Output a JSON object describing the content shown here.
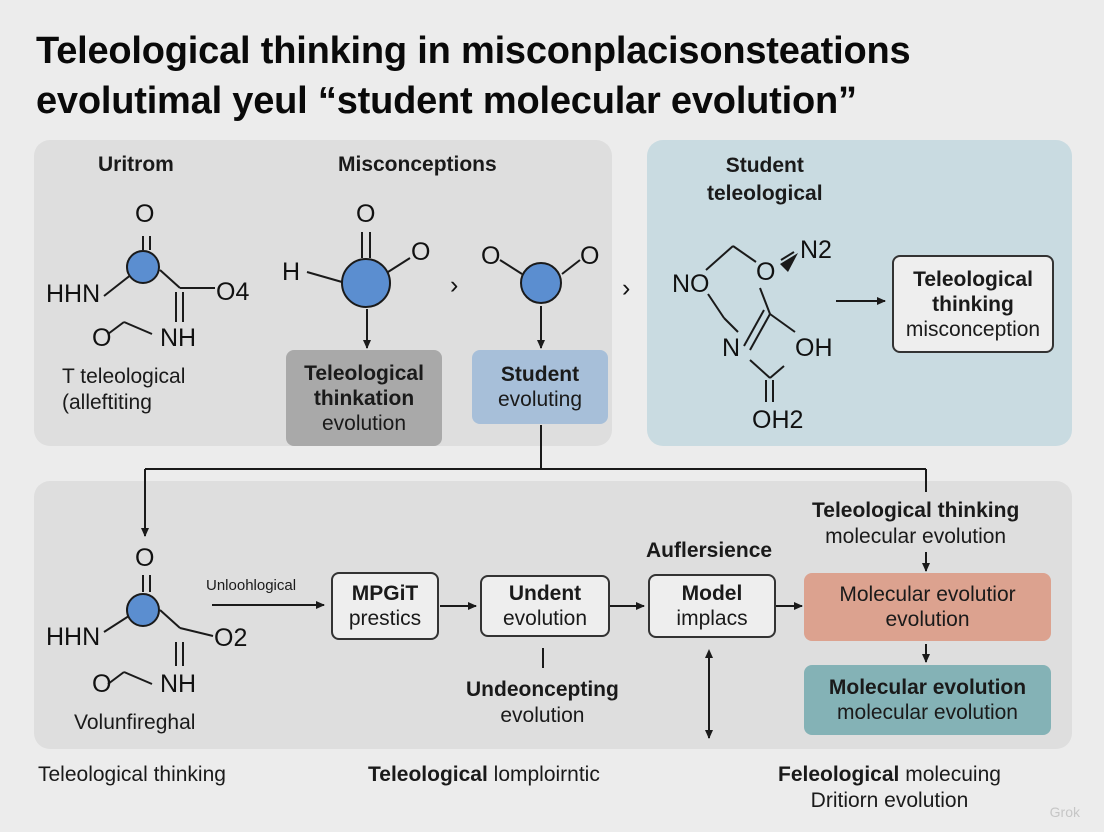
{
  "title_line1": "Teleological thinking in misconplacisonsteations",
  "title_line2": "evolutimal yeul “student molecular evolution”",
  "top_left": {
    "heading_left": "Uritrom",
    "heading_center": "Misconceptions",
    "molecule_caption_line1": "T teleological",
    "molecule_caption_line2": "(alleftiting",
    "box1_line1": "Teleological",
    "box1_line2": "thinkation",
    "box1_line3": "evolution",
    "box2_line1": "Student",
    "box2_line2": "evoluting",
    "dash": "–"
  },
  "top_right": {
    "heading_line1": "Student",
    "heading_line2": "teleological",
    "box_line1": "Teleological",
    "box_line2": "thinking",
    "box_line3": "misconception"
  },
  "bottom": {
    "molecule_caption": "Volunfireghal",
    "arrow_label": "Unloohlogical",
    "box1_line1": "MPGiT",
    "box1_line2": "prestics",
    "box2_line1": "Undent",
    "box2_line2": "evolution",
    "box3_line1": "Model",
    "box3_line2": "implacs",
    "above_box3": "Auflersience",
    "below_box2_line1": "Undeoncepting",
    "below_box2_line2": "evolution",
    "right_heading_line1": "Teleological thinking",
    "right_heading_line2": "molecular evolution",
    "salmon_line1": "Molecular evolutior",
    "salmon_line2": "evolution",
    "teal_line1": "Molecular evolution",
    "teal_line2": "molecular evolution"
  },
  "footer": {
    "left": "Teleological thinking",
    "center_bold": "Teleological",
    "center_rest": " lomploirntic",
    "right_line1_bold": "Feleological",
    "right_line1_rest": " molecuing",
    "right_line2": "Dritiorn evolution"
  },
  "atoms": {
    "O": "O",
    "HHN": "HHN",
    "O4": "O4",
    "O2": "O2",
    "NH": "NH",
    "H": "H",
    "NO": "NO",
    "N2": "N2",
    "N": "N",
    "OH": "OH",
    "OH2": "OH2",
    "chevron": "›"
  },
  "watermark": "Grok",
  "colors": {
    "atom_blue": "#5b8ed0",
    "box_gray": "#a9a9a9",
    "box_blue": "#a7bfd9",
    "box_salmon": "#dca28f",
    "box_teal": "#84b2b6",
    "panel_gray": "#dedede",
    "panel_blue": "#c9dbe1"
  }
}
